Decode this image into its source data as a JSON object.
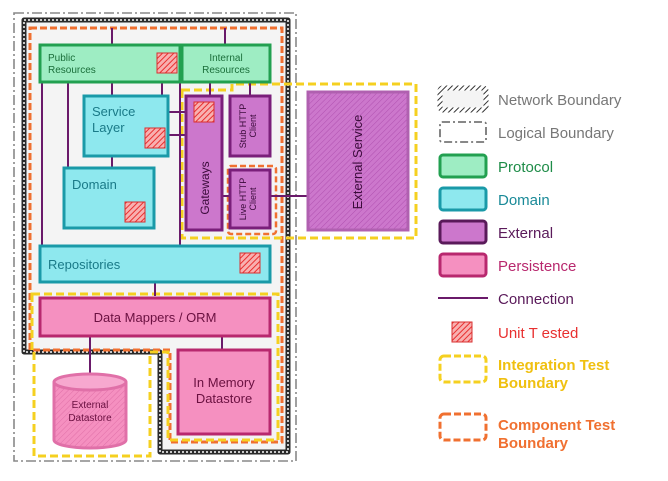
{
  "diagram": {
    "nodes": {
      "public_resources": [
        "Public",
        "Resources"
      ],
      "internal_resources": [
        "Internal",
        "Resources"
      ],
      "service_layer": [
        "Service",
        "Layer"
      ],
      "domain": "Domain",
      "gateways": "Gateways",
      "stub_http_client": [
        "Stub HTTP",
        "Client"
      ],
      "live_http_client": [
        "Live HTTP",
        "Client"
      ],
      "external_service": "External Service",
      "repositories": "Repositories",
      "data_mappers": "Data Mappers / ORM",
      "external_datastore": [
        "External",
        "Datastore"
      ],
      "in_memory_datastore": [
        "In Memory",
        "Datastore"
      ]
    }
  },
  "legend": {
    "network_boundary": "Network Boundary",
    "logical_boundary": "Logical Boundary",
    "protocol": "Protocol",
    "domain": "Domain",
    "external": "External",
    "persistence": "Persistence",
    "connection": "Connection",
    "unit_tested": "Unit T ested",
    "integration_test_boundary": [
      "Integration Test",
      "Boundary"
    ],
    "component_test_boundary": [
      "Component Test",
      "Boundary"
    ]
  },
  "colors": {
    "protocol_fill": "#9eedc3",
    "protocol_stroke": "#22a050",
    "domain_fill": "#8ee8ee",
    "domain_stroke": "#1a9aa8",
    "external_fill": "#cc77cc",
    "external_stroke": "#7a1f7a",
    "persistence_fill": "#f590c0",
    "persistence_stroke": "#b8286e",
    "connection": "#6a1a6a",
    "unit_tested": "#ee4444",
    "integration": "#f5d020",
    "component": "#f07030",
    "network": "#333333",
    "logical": "#888888"
  }
}
